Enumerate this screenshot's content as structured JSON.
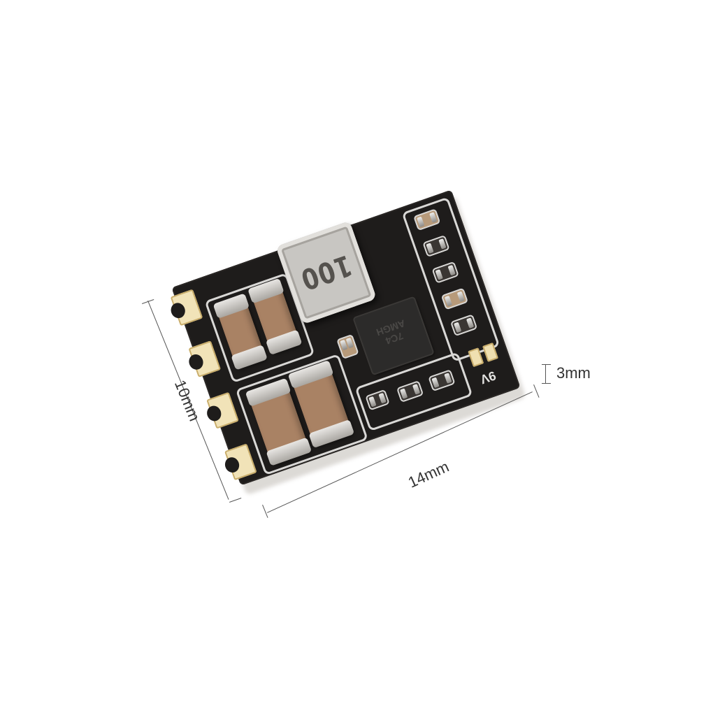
{
  "product": {
    "description": "Mini DC-DC step-down regulator module PCB",
    "inductor_marking": "100",
    "ic_marking_lines": [
      "AMGH",
      "7C4"
    ],
    "output_silkscreen": "9V",
    "castellated_pad_count": 4
  },
  "dimensions": {
    "height_label": "10mm",
    "width_label": "14mm",
    "thickness_label": "3mm"
  },
  "colors": {
    "background": "#ffffff",
    "pcb": "#1e1c1b",
    "silkscreen": "#d9d8d6",
    "gold_pad": "#f1e3b8",
    "ceramic_cap": "#a98264",
    "inductor": "#c8c6c2",
    "dimension_line": "#555555"
  }
}
